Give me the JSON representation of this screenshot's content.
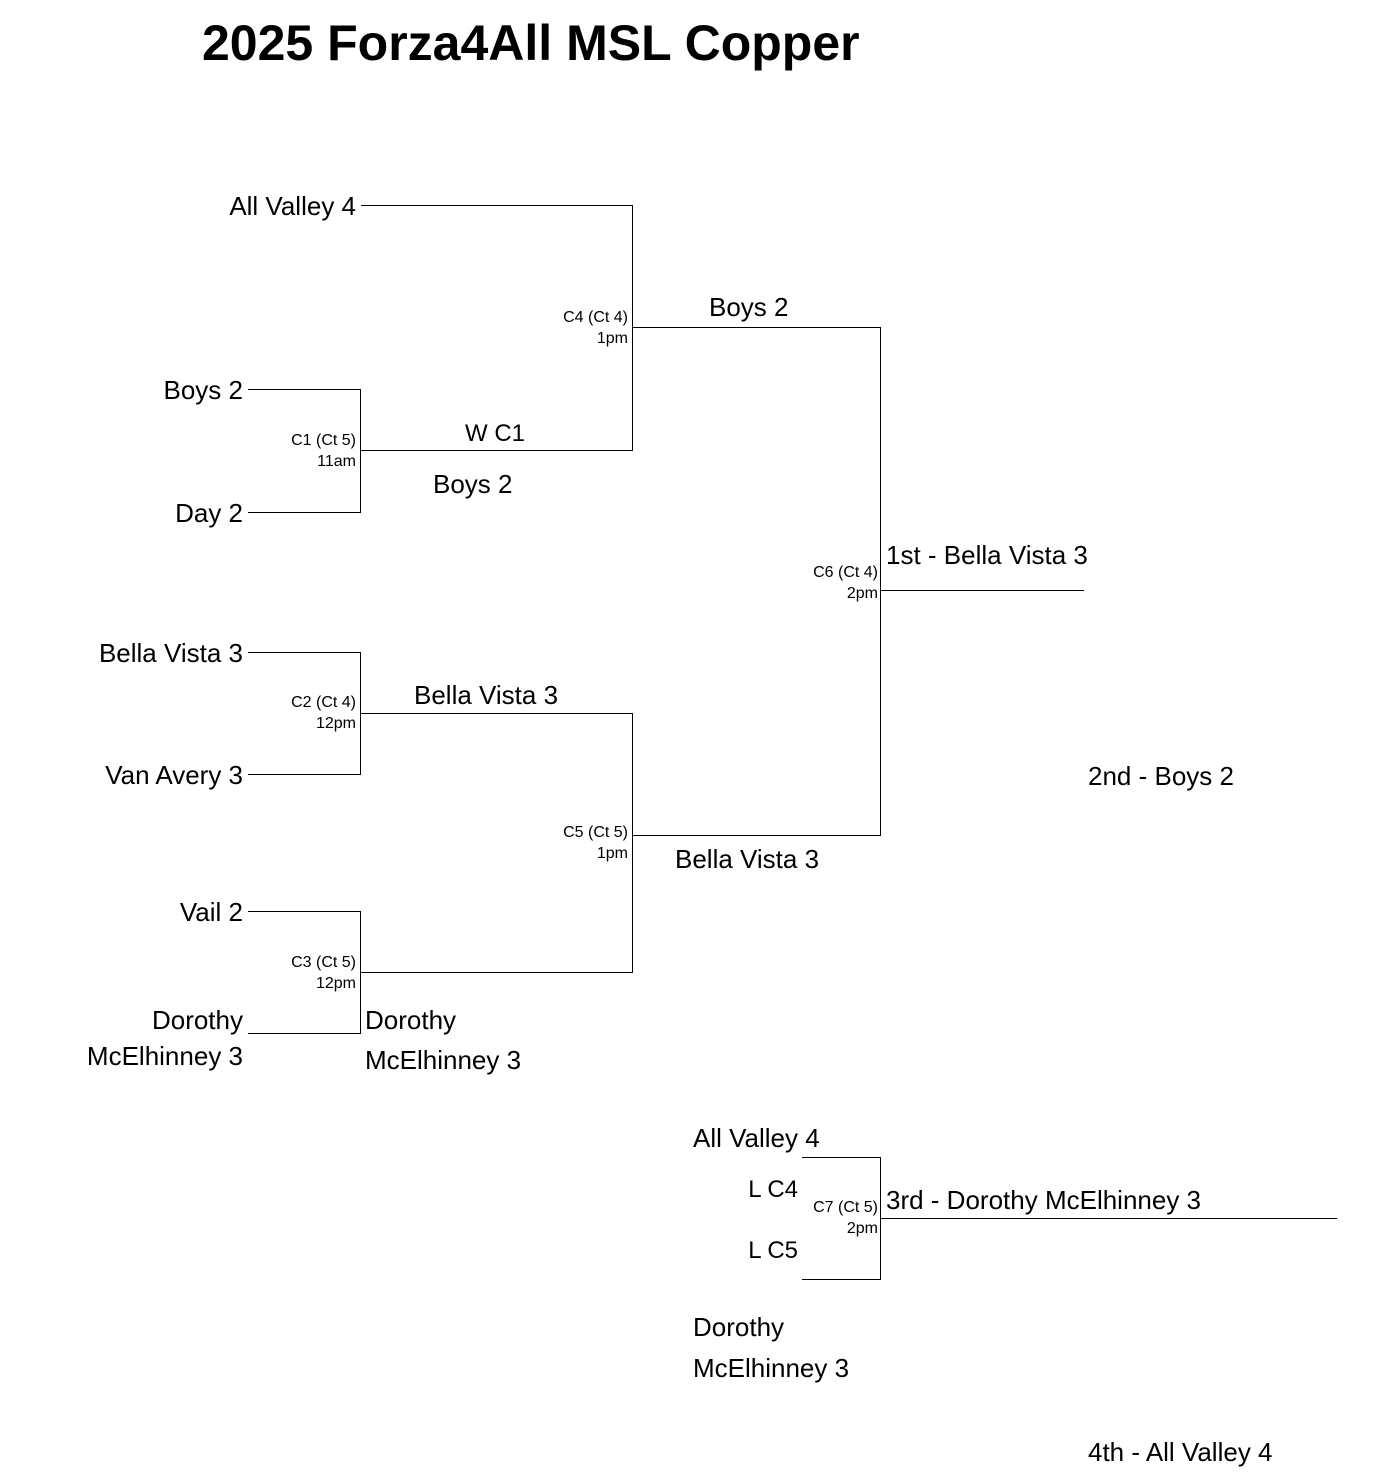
{
  "title": "2025 Forza4All MSL Copper",
  "round1": {
    "c1": {
      "team_a": "Boys 2",
      "team_b": "Day 2",
      "game": "C1 (Ct 5)",
      "time": "11am",
      "winner_placeholder": "W C1",
      "winner": "Boys 2"
    },
    "c2": {
      "team_a": "Bella Vista 3",
      "team_b": "Van Avery 3",
      "game": "C2 (Ct 4)",
      "time": "12pm",
      "winner": "Bella Vista 3"
    },
    "c3": {
      "team_a": "Vail 2",
      "team_b_line1": "Dorothy",
      "team_b_line2": "McElhinney 3",
      "game": "C3 (Ct 5)",
      "time": "12pm",
      "winner_line1": "Dorothy",
      "winner_line2": "McElhinney 3"
    }
  },
  "round2": {
    "c4": {
      "team_a": "All Valley 4",
      "game": "C4 (Ct 4)",
      "time": "1pm",
      "winner": "Boys 2"
    },
    "c5": {
      "game": "C5 (Ct 5)",
      "time": "1pm",
      "winner": "Bella Vista 3"
    }
  },
  "final": {
    "c6": {
      "game": "C6 (Ct 4)",
      "time": "2pm",
      "first": "1st - Bella Vista 3",
      "second": "2nd - Boys 2"
    }
  },
  "third_place": {
    "c7": {
      "team_a": "All Valley 4",
      "slot_a": "L C4",
      "slot_b": "L C5",
      "team_b_line1": "Dorothy",
      "team_b_line2": "McElhinney 3",
      "game": "C7 (Ct 5)",
      "time": "2pm",
      "third": "3rd - Dorothy McElhinney 3",
      "fourth": "4th - All Valley 4"
    }
  }
}
